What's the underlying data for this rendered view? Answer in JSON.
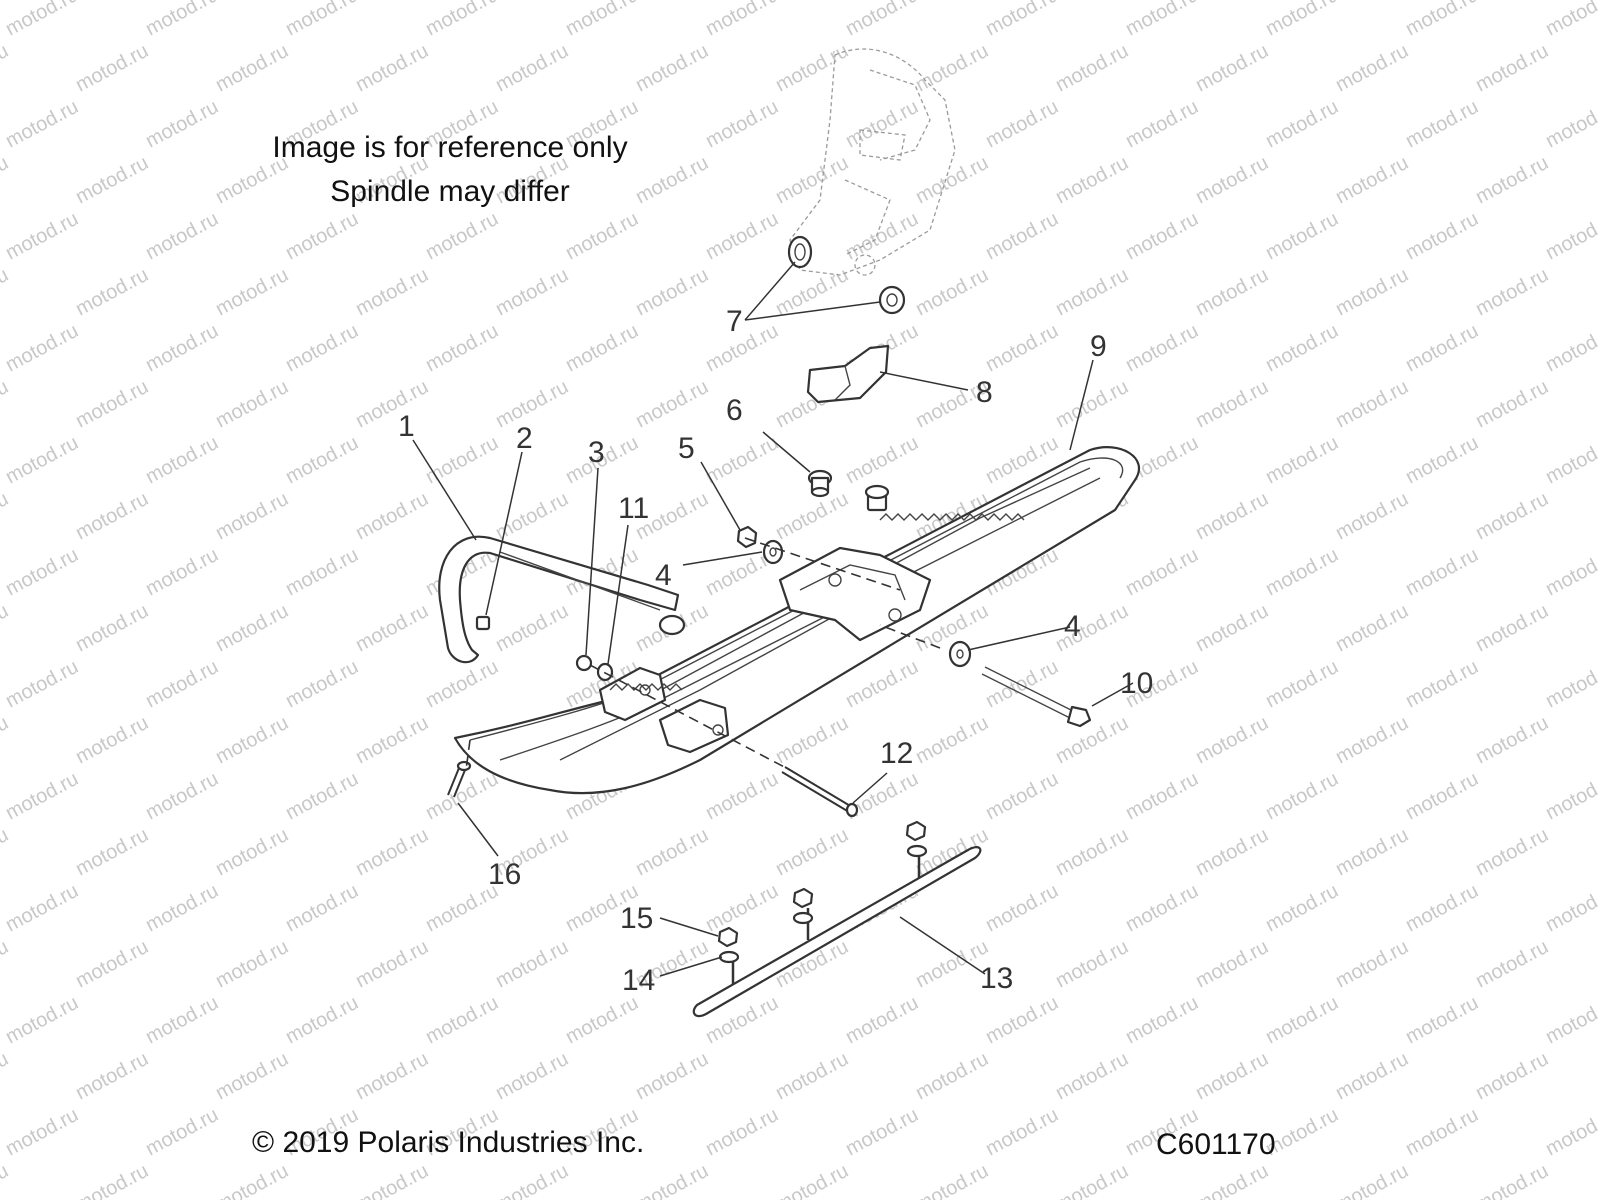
{
  "notes": {
    "line1": "Image is for reference only",
    "line2": "Spindle may differ"
  },
  "footer": {
    "copyright": "© 2019 Polaris Industries Inc.",
    "drawing_id": "C601170"
  },
  "watermark": "motod.ru",
  "callouts": {
    "c1": "1",
    "c2": "2",
    "c3": "3",
    "c4a": "4",
    "c4b": "4",
    "c5": "5",
    "c6": "6",
    "c7": "7",
    "c8": "8",
    "c9": "9",
    "c10": "10",
    "c11": "11",
    "c12": "12",
    "c13": "13",
    "c14": "14",
    "c15": "15",
    "c16": "16"
  }
}
